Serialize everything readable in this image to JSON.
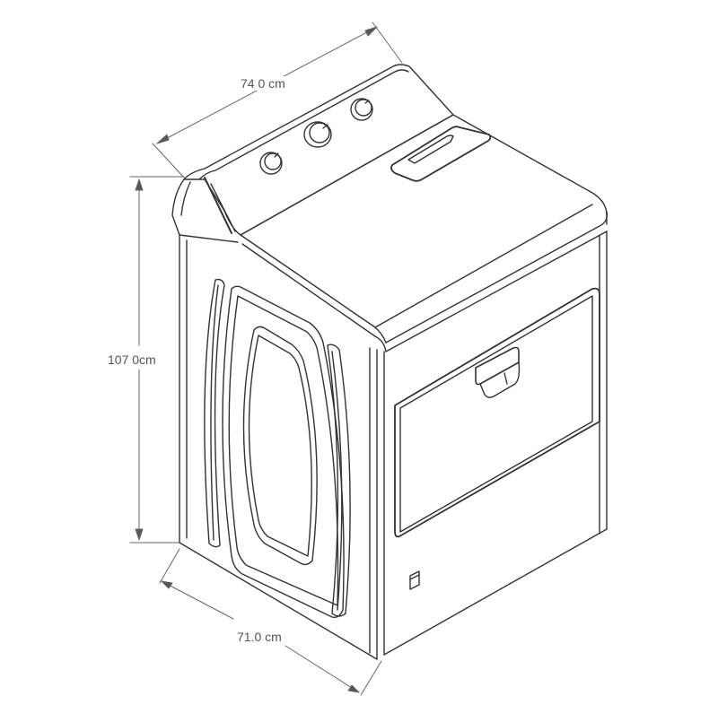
{
  "diagram": {
    "subject": "Top-load dryer / washer appliance, isometric line drawing",
    "stroke_color": "#333333",
    "dimension_color": "#666666",
    "background": "#ffffff"
  },
  "dimensions": {
    "width": {
      "label": "74 0 cm",
      "value_cm": 74.0,
      "axis": "top depth edge"
    },
    "height": {
      "label": "107 0cm",
      "value_cm": 107.0,
      "axis": "vertical"
    },
    "depth": {
      "label": "71.0 cm",
      "value_cm": 71.0,
      "axis": "bottom side edge"
    }
  },
  "features": {
    "control_knobs": 3,
    "detergent_drawer": 1,
    "front_door_handle": 1,
    "side_porthole_panel": 1,
    "side_vertical_grooves": 2
  }
}
